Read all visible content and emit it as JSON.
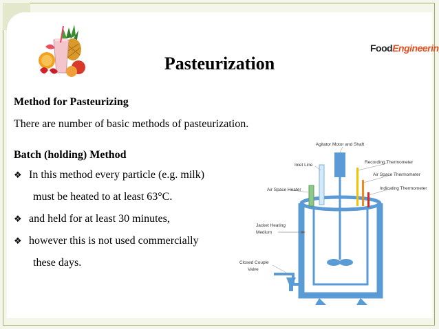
{
  "title": "Pasteurization",
  "brand": {
    "part1": "Food",
    "part2": "Engineering"
  },
  "section_heading": "Method for Pasteurizing",
  "intro_text": "There are number of basic methods of pasteurization.",
  "method_heading": "Batch (holding) Method",
  "bullets": [
    {
      "lines": [
        "In this method every particle (e.g. milk)",
        "must be heated to at least 63°C."
      ]
    },
    {
      "lines": [
        "and held for at least 30 minutes,"
      ]
    },
    {
      "lines": [
        "however this is not used commercially",
        "these days."
      ]
    }
  ],
  "bullet_icon": "diamond-bullet-icon",
  "diagram": {
    "labels": {
      "agitator": "Agitator Motor and Shaft",
      "inlet": "Inlet Line",
      "recording": "Recording Thermometer",
      "air_space_thermo": "Air Space Thermometer",
      "indicating": "Indicating Thermometer",
      "air_space_heater": "Air Space Heater",
      "jacket_1": "Jacket Heating",
      "jacket_2": "Medium",
      "closed_1": "Closed Couple",
      "closed_2": "Valve"
    },
    "colors": {
      "vessel": "#5a9bd5",
      "jacket": "#5a9bd5",
      "inlet": "#d6e9f8",
      "heater": "#8fc98a",
      "recording": "#f3c200",
      "air_thermo": "#f08a1c",
      "indicating": "#d9261c"
    }
  }
}
